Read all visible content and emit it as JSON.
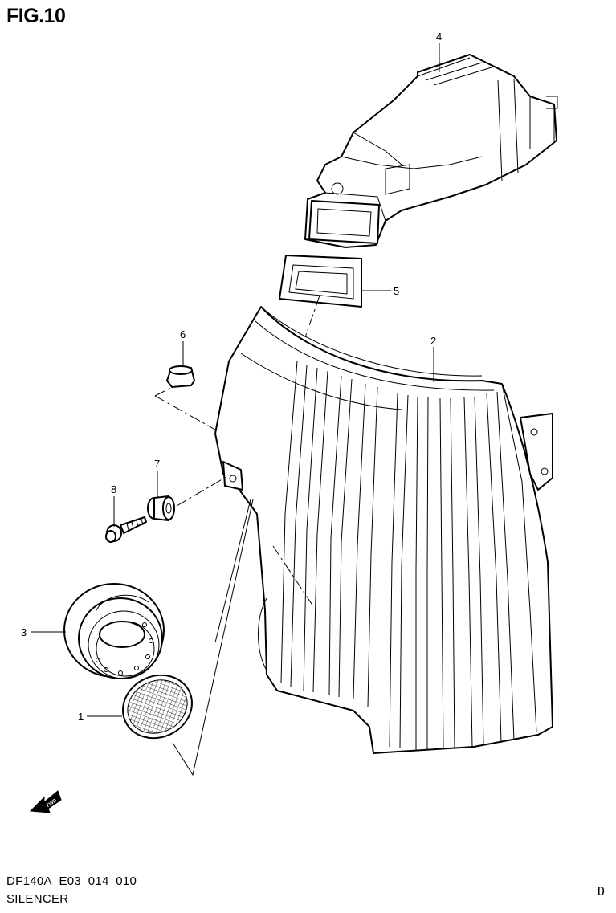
{
  "figure": {
    "title": "FIG.10"
  },
  "footer": {
    "code": "DF140A_E03_014_010",
    "name": "SILENCER",
    "page_letter": "D"
  },
  "callouts": [
    "1",
    "2",
    "3",
    "4",
    "5",
    "6",
    "7",
    "8"
  ],
  "parts": [
    {
      "callout": "1",
      "icon": "mesh-screen-icon"
    },
    {
      "callout": "2",
      "icon": "silencer-case-icon"
    },
    {
      "callout": "3",
      "icon": "intake-bell-icon"
    },
    {
      "callout": "4",
      "icon": "air-duct-icon"
    },
    {
      "callout": "5",
      "icon": "seal-gasket-icon"
    },
    {
      "callout": "6",
      "icon": "collar-icon"
    },
    {
      "callout": "7",
      "icon": "grommet-icon"
    },
    {
      "callout": "8",
      "icon": "bolt-icon"
    }
  ],
  "orientation": {
    "icon": "front-arrow-icon",
    "text": "FWD"
  }
}
